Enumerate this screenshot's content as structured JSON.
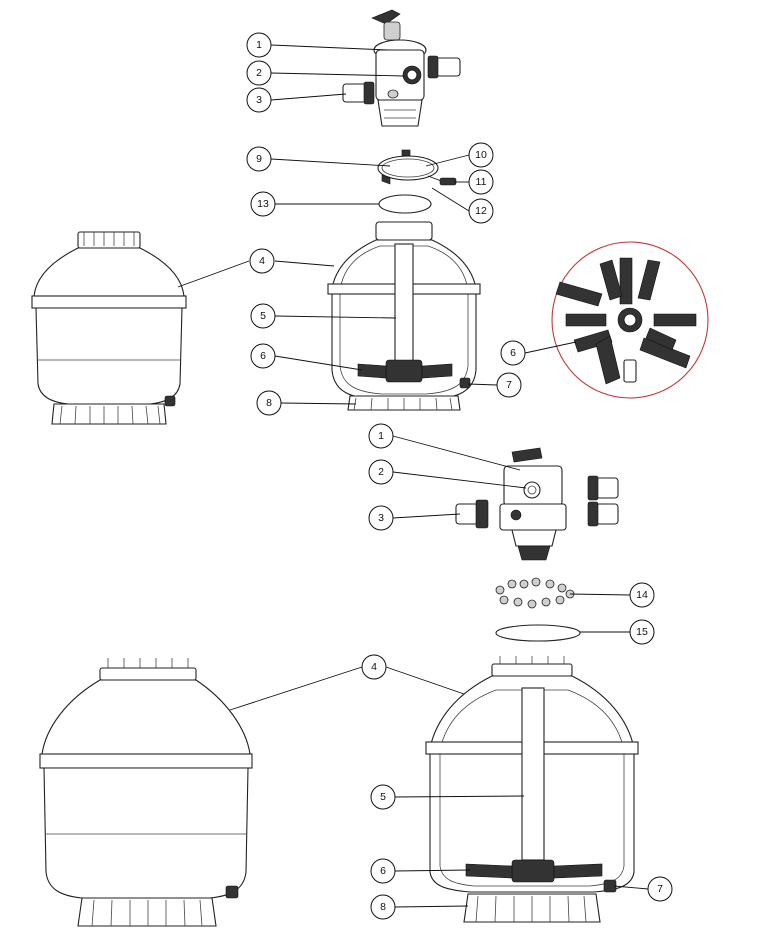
{
  "callouts": [
    {
      "label": "1"
    },
    {
      "label": "2"
    },
    {
      "label": "3"
    },
    {
      "label": "9"
    },
    {
      "label": "10"
    },
    {
      "label": "11"
    },
    {
      "label": "12"
    },
    {
      "label": "13"
    },
    {
      "label": "4"
    },
    {
      "label": "5"
    },
    {
      "label": "6"
    },
    {
      "label": "6"
    },
    {
      "label": "7"
    },
    {
      "label": "8"
    },
    {
      "label": "1"
    },
    {
      "label": "2"
    },
    {
      "label": "3"
    },
    {
      "label": "14"
    },
    {
      "label": "15"
    },
    {
      "label": "4"
    },
    {
      "label": "5"
    },
    {
      "label": "6"
    },
    {
      "label": "7"
    },
    {
      "label": "8"
    }
  ]
}
